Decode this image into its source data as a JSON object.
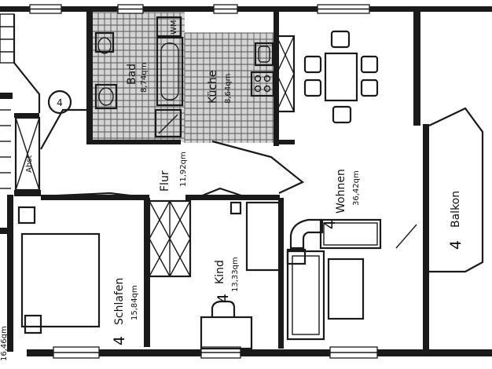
{
  "rooms": [
    {
      "key": "bad",
      "name": "Bad",
      "area": "8,74qm"
    },
    {
      "key": "kueche",
      "name": "Küche",
      "area": "8,64qm"
    },
    {
      "key": "flur",
      "name": "Flur",
      "area": "11,92qm"
    },
    {
      "key": "wohnen",
      "name": "Wohnen",
      "area": "36,42qm"
    },
    {
      "key": "kind",
      "name": "Kind",
      "area": "13,33qm"
    },
    {
      "key": "schlafen",
      "name": "Schlafen",
      "area": "15,84qm"
    },
    {
      "key": "balkon",
      "name": "Balkon"
    }
  ],
  "labels": {
    "wm": "WM",
    "abst": "Abst",
    "unit_circle": "4",
    "unit_schlafen": "4",
    "unit_kind": "4",
    "unit_wohnen": "4",
    "unit_balkon": "4",
    "edge_area": "16,46qm"
  }
}
